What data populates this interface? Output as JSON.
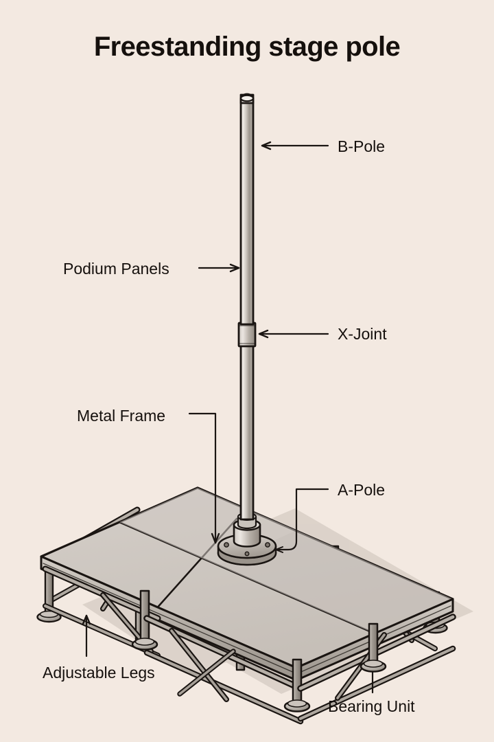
{
  "diagram": {
    "title": "Freestanding stage pole",
    "type": "isometric technical illustration",
    "background_color": "#f3e9e1",
    "line_color": "#1a1512",
    "deck_surface_color": "#cdc6bf",
    "metal_color": "#a9a29a",
    "labels": [
      {
        "id": "b-pole",
        "text": "B-Pole",
        "leader": "arrow-left"
      },
      {
        "id": "podium",
        "text": "Podium Panels",
        "leader": "arrow-right"
      },
      {
        "id": "x-joint",
        "text": "X-Joint",
        "leader": "arrow-left"
      },
      {
        "id": "metal-frame",
        "text": "Metal Frame",
        "leader": "elbow-down-arrow"
      },
      {
        "id": "a-pole",
        "text": "A-Pole",
        "leader": "elbow-down-left"
      },
      {
        "id": "adj-legs",
        "text": "Adjustable Legs",
        "leader": "arrow-up"
      },
      {
        "id": "bearing",
        "text": "Bearing Unit",
        "leader": "line-up"
      }
    ],
    "components": {
      "pole": "vertical two-section mast with rounded cap",
      "joint": "cylindrical coupling sleeve",
      "flange": "circular bolted base plate",
      "deck": "four rectangular podium panels",
      "frame": "tubular truss with diagonal bracing",
      "legs": "eight adjustable legs with circular foot pads"
    }
  }
}
